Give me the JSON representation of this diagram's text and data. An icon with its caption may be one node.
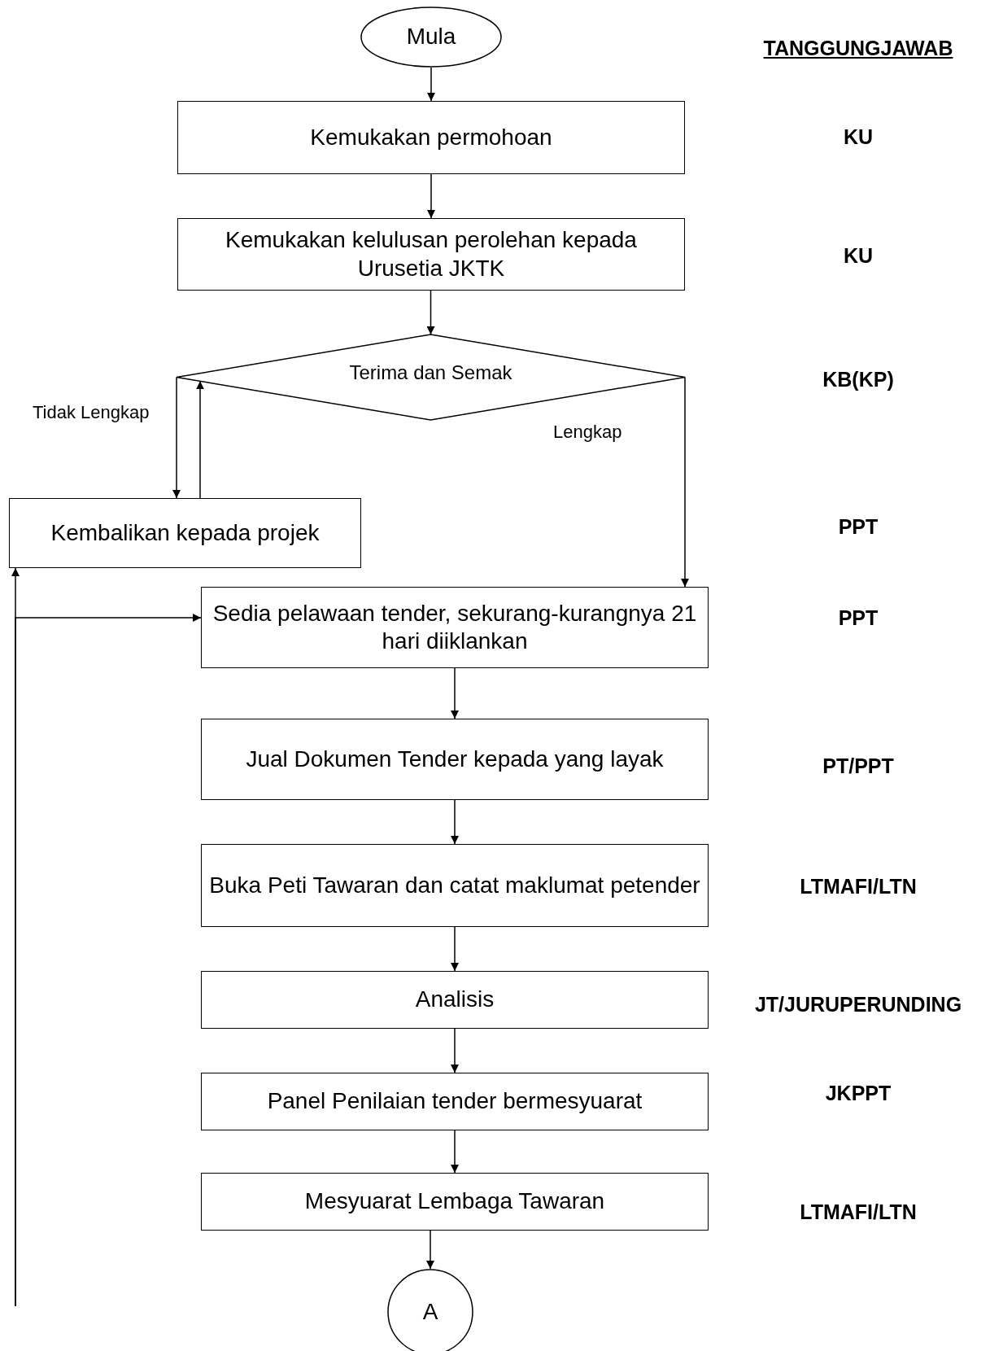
{
  "diagram": {
    "nodes": [
      {
        "text": [
          "Mula"
        ]
      },
      {
        "text": [
          "Kemukakan permohoan"
        ]
      },
      {
        "text": [
          "Kemukakan kelulusan perolehan kepada Urusetia JKTK"
        ]
      },
      {
        "text": [
          "Terima dan Semak"
        ]
      },
      {
        "text": [
          "Kembalikan kepada projek"
        ]
      },
      {
        "text": [
          "Sedia pelawaan tender, sekurang-kurangnya 21 hari diiklankan"
        ]
      },
      {
        "text": [
          "Jual Dokumen Tender kepada yang layak"
        ]
      },
      {
        "text": [
          "Buka Peti Tawaran dan catat maklumat petender"
        ]
      },
      {
        "text": [
          "Analisis"
        ]
      },
      {
        "text": [
          "Panel Penilaian tender bermesyuarat"
        ]
      },
      {
        "text": [
          "Mesyuarat Lembaga Tawaran"
        ]
      },
      {
        "text": [
          "A"
        ]
      }
    ],
    "edges": [
      {
        "from": 0,
        "to": 1,
        "arrow": "to"
      },
      {
        "from": 1,
        "to": 2,
        "arrow": "to"
      },
      {
        "from": 2,
        "to": 3,
        "arrow": "to"
      },
      {
        "from": 3,
        "to": 4,
        "arrow": "to",
        "label": "Tidak Lengkap"
      },
      {
        "from": 4,
        "to": 3,
        "arrow": "to"
      },
      {
        "from": 3,
        "to": 5,
        "arrow": "to",
        "label": "Lengkap"
      },
      {
        "from": 5,
        "to": 6,
        "arrow": "to"
      },
      {
        "from": 6,
        "to": 7,
        "arrow": "to"
      },
      {
        "from": 7,
        "to": 8,
        "arrow": "to"
      },
      {
        "from": 8,
        "to": 9,
        "arrow": "to"
      },
      {
        "from": 9,
        "to": 10,
        "arrow": "to"
      },
      {
        "from": 10,
        "to": 11,
        "arrow": "to"
      },
      {
        "from": null,
        "to": 4,
        "arrow": "to"
      },
      {
        "from": null,
        "to": 5,
        "arrow": "to"
      }
    ],
    "labels": [
      "TANGGUNGJAWAB",
      "KU",
      "KU",
      "KB(KP)",
      "PPT",
      "PPT",
      "PT/PPT",
      "LTMAFI/LTN",
      "JT/JURUPERUNDING",
      "JKPPT",
      "LTMAFI/LTN"
    ]
  }
}
